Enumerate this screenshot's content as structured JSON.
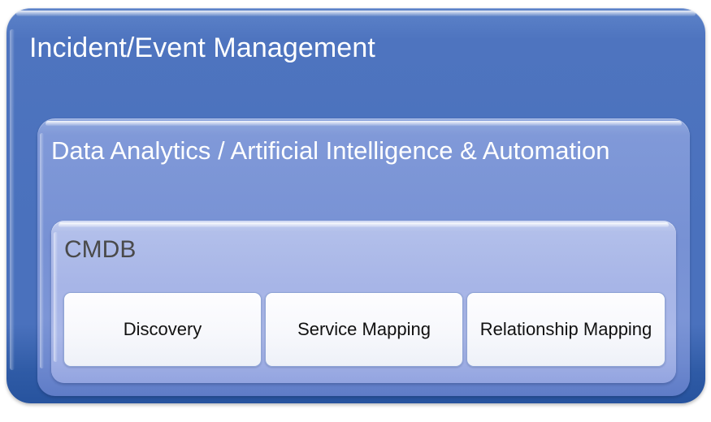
{
  "diagram": {
    "type": "nested-containment",
    "background_color": "#ffffff",
    "layers": [
      {
        "id": "incident-event-management",
        "label": "Incident/Event Management",
        "level": 1,
        "fill_color": "#4a71bd",
        "text_color": "#ffffff"
      },
      {
        "id": "data-analytics-ai-automation",
        "label": "Data Analytics / Artificial Intelligence & Automation",
        "level": 2,
        "fill_color": "#7791d4",
        "text_color": "#ffffff"
      },
      {
        "id": "cmdb",
        "label": "CMDB",
        "level": 3,
        "fill_color": "#a7b5e7",
        "text_color": "#4a4a4a"
      }
    ],
    "leaf_boxes": [
      {
        "id": "discovery",
        "label": "Discovery",
        "fill_color": "#f7f8fc",
        "border_color": "#8fa4d6",
        "text_color": "#111111"
      },
      {
        "id": "service-mapping",
        "label": "Service Mapping",
        "fill_color": "#f7f8fc",
        "border_color": "#8fa4d6",
        "text_color": "#111111"
      },
      {
        "id": "relationship-mapping",
        "label": "Relationship Mapping",
        "fill_color": "#f7f8fc",
        "border_color": "#8fa4d6",
        "text_color": "#111111"
      }
    ]
  }
}
